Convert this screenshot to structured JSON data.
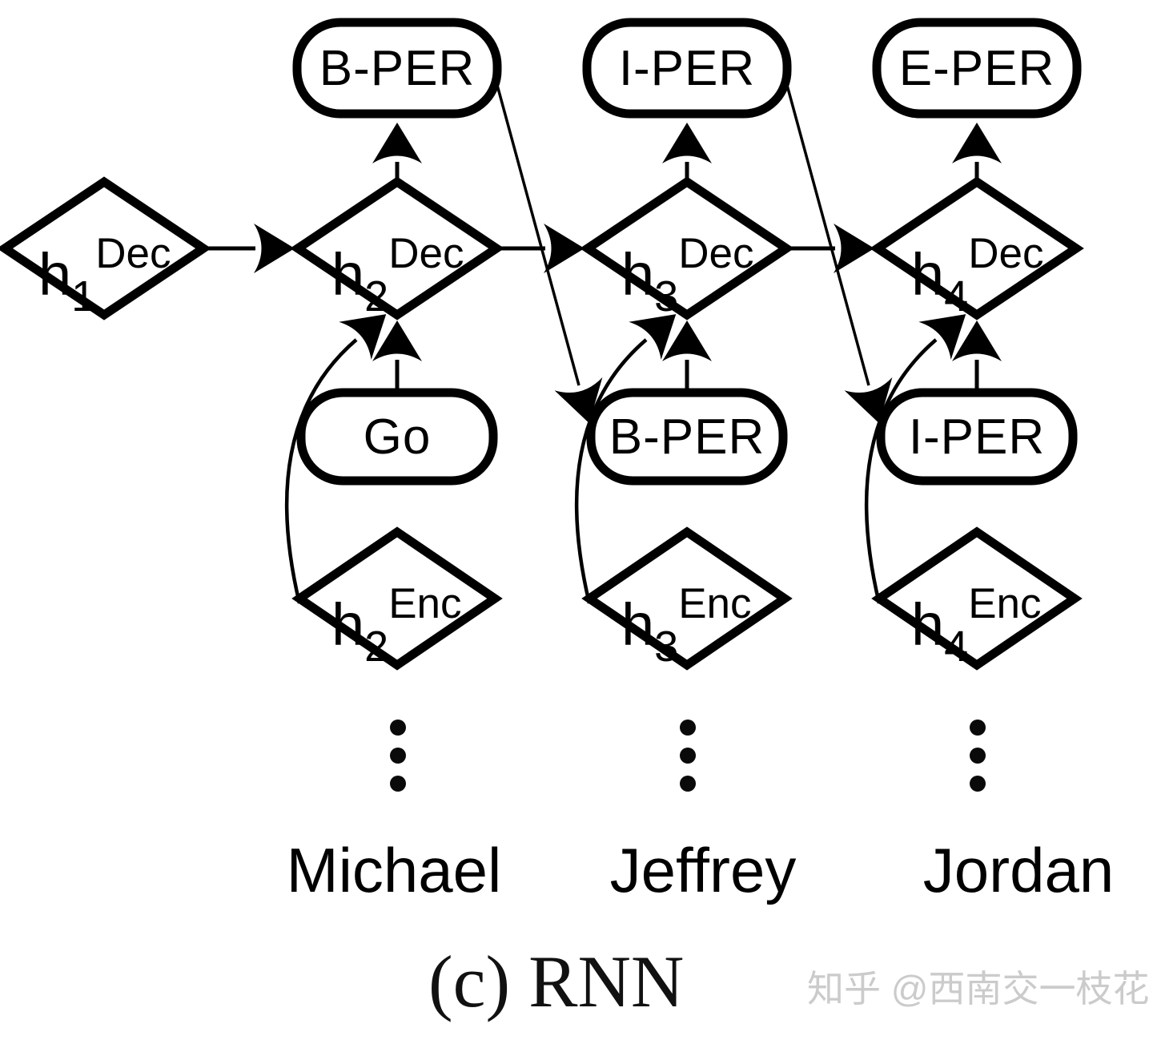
{
  "figure": {
    "caption": "(c) RNN",
    "watermark": "知乎 @西南交一枝花"
  },
  "colors": {
    "ink": "#000000",
    "watermark_gray": "#cbcbcb"
  },
  "columns": [
    {
      "dec": {
        "base": "h",
        "sub": "1",
        "sup": "Dec"
      }
    },
    {
      "output": "B-PER",
      "dec": {
        "base": "h",
        "sub": "2",
        "sup": "Dec"
      },
      "input": "Go",
      "enc": {
        "base": "h",
        "sub": "2",
        "sup": "Enc"
      },
      "word": "Michael"
    },
    {
      "output": "I-PER",
      "dec": {
        "base": "h",
        "sub": "3",
        "sup": "Dec"
      },
      "input": "B-PER",
      "enc": {
        "base": "h",
        "sub": "3",
        "sup": "Enc"
      },
      "word": "Jeffrey"
    },
    {
      "output": "E-PER",
      "dec": {
        "base": "h",
        "sub": "4",
        "sup": "Dec"
      },
      "input": "I-PER",
      "enc": {
        "base": "h",
        "sub": "4",
        "sup": "Enc"
      },
      "word": "Jordan"
    }
  ]
}
